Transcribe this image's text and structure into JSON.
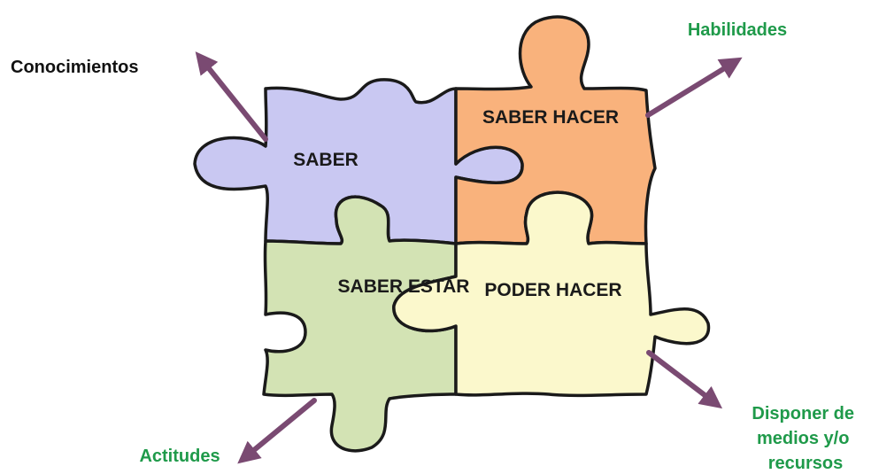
{
  "pieces": {
    "saber": {
      "label": "SABER",
      "color": "#c9c8f2"
    },
    "saber_hacer": {
      "label": "SABER HACER",
      "color": "#f9b27c"
    },
    "saber_estar": {
      "label": "SABER ESTAR",
      "color": "#d3e3b4"
    },
    "poder_hacer": {
      "label": "PODER HACER",
      "color": "#fbf8cc"
    }
  },
  "outer_labels": {
    "conocimientos": {
      "lines": [
        "Conocimientos"
      ],
      "color": "#111111"
    },
    "habilidades": {
      "lines": [
        "Habilidades"
      ],
      "color": "#1f9a4a"
    },
    "actitudes": {
      "lines": [
        "Actitudes"
      ],
      "color": "#1f9a4a"
    },
    "disponer": {
      "lines": [
        "Disponer de",
        "medios y/o",
        "recursos"
      ],
      "color": "#1f9a4a"
    }
  },
  "arrow_color": "#7a4a72",
  "outline_color": "#1a1a1a"
}
